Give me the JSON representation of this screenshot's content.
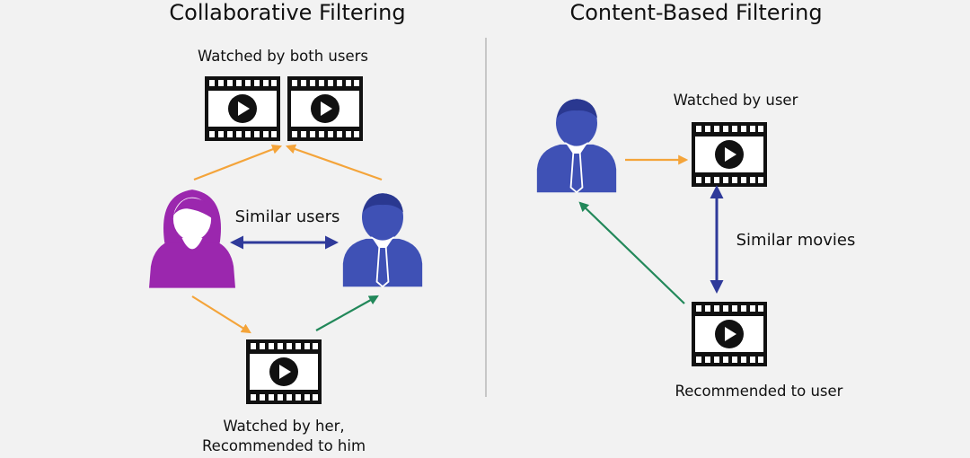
{
  "left_panel": {
    "title": "Collaborative Filtering",
    "top_label": "Watched by both users",
    "middle_label": "Similar users",
    "bottom_label_line1": "Watched by her,",
    "bottom_label_line2": "Recommended to him"
  },
  "right_panel": {
    "title": "Content-Based Filtering",
    "top_label": "Watched by user",
    "middle_label": "Similar movies",
    "bottom_label": "Recommended to user"
  },
  "colors": {
    "female_user": "#9b27ae",
    "male_user": "#3f51b5",
    "orange_arrow": "#f4a43a",
    "green_arrow": "#22885a",
    "blue_arrow": "#2f3a9a",
    "film_icon": "#111111",
    "divider": "#c7c7c7"
  },
  "icons": [
    "female-user-icon",
    "male-user-icon",
    "film-play-icon"
  ]
}
